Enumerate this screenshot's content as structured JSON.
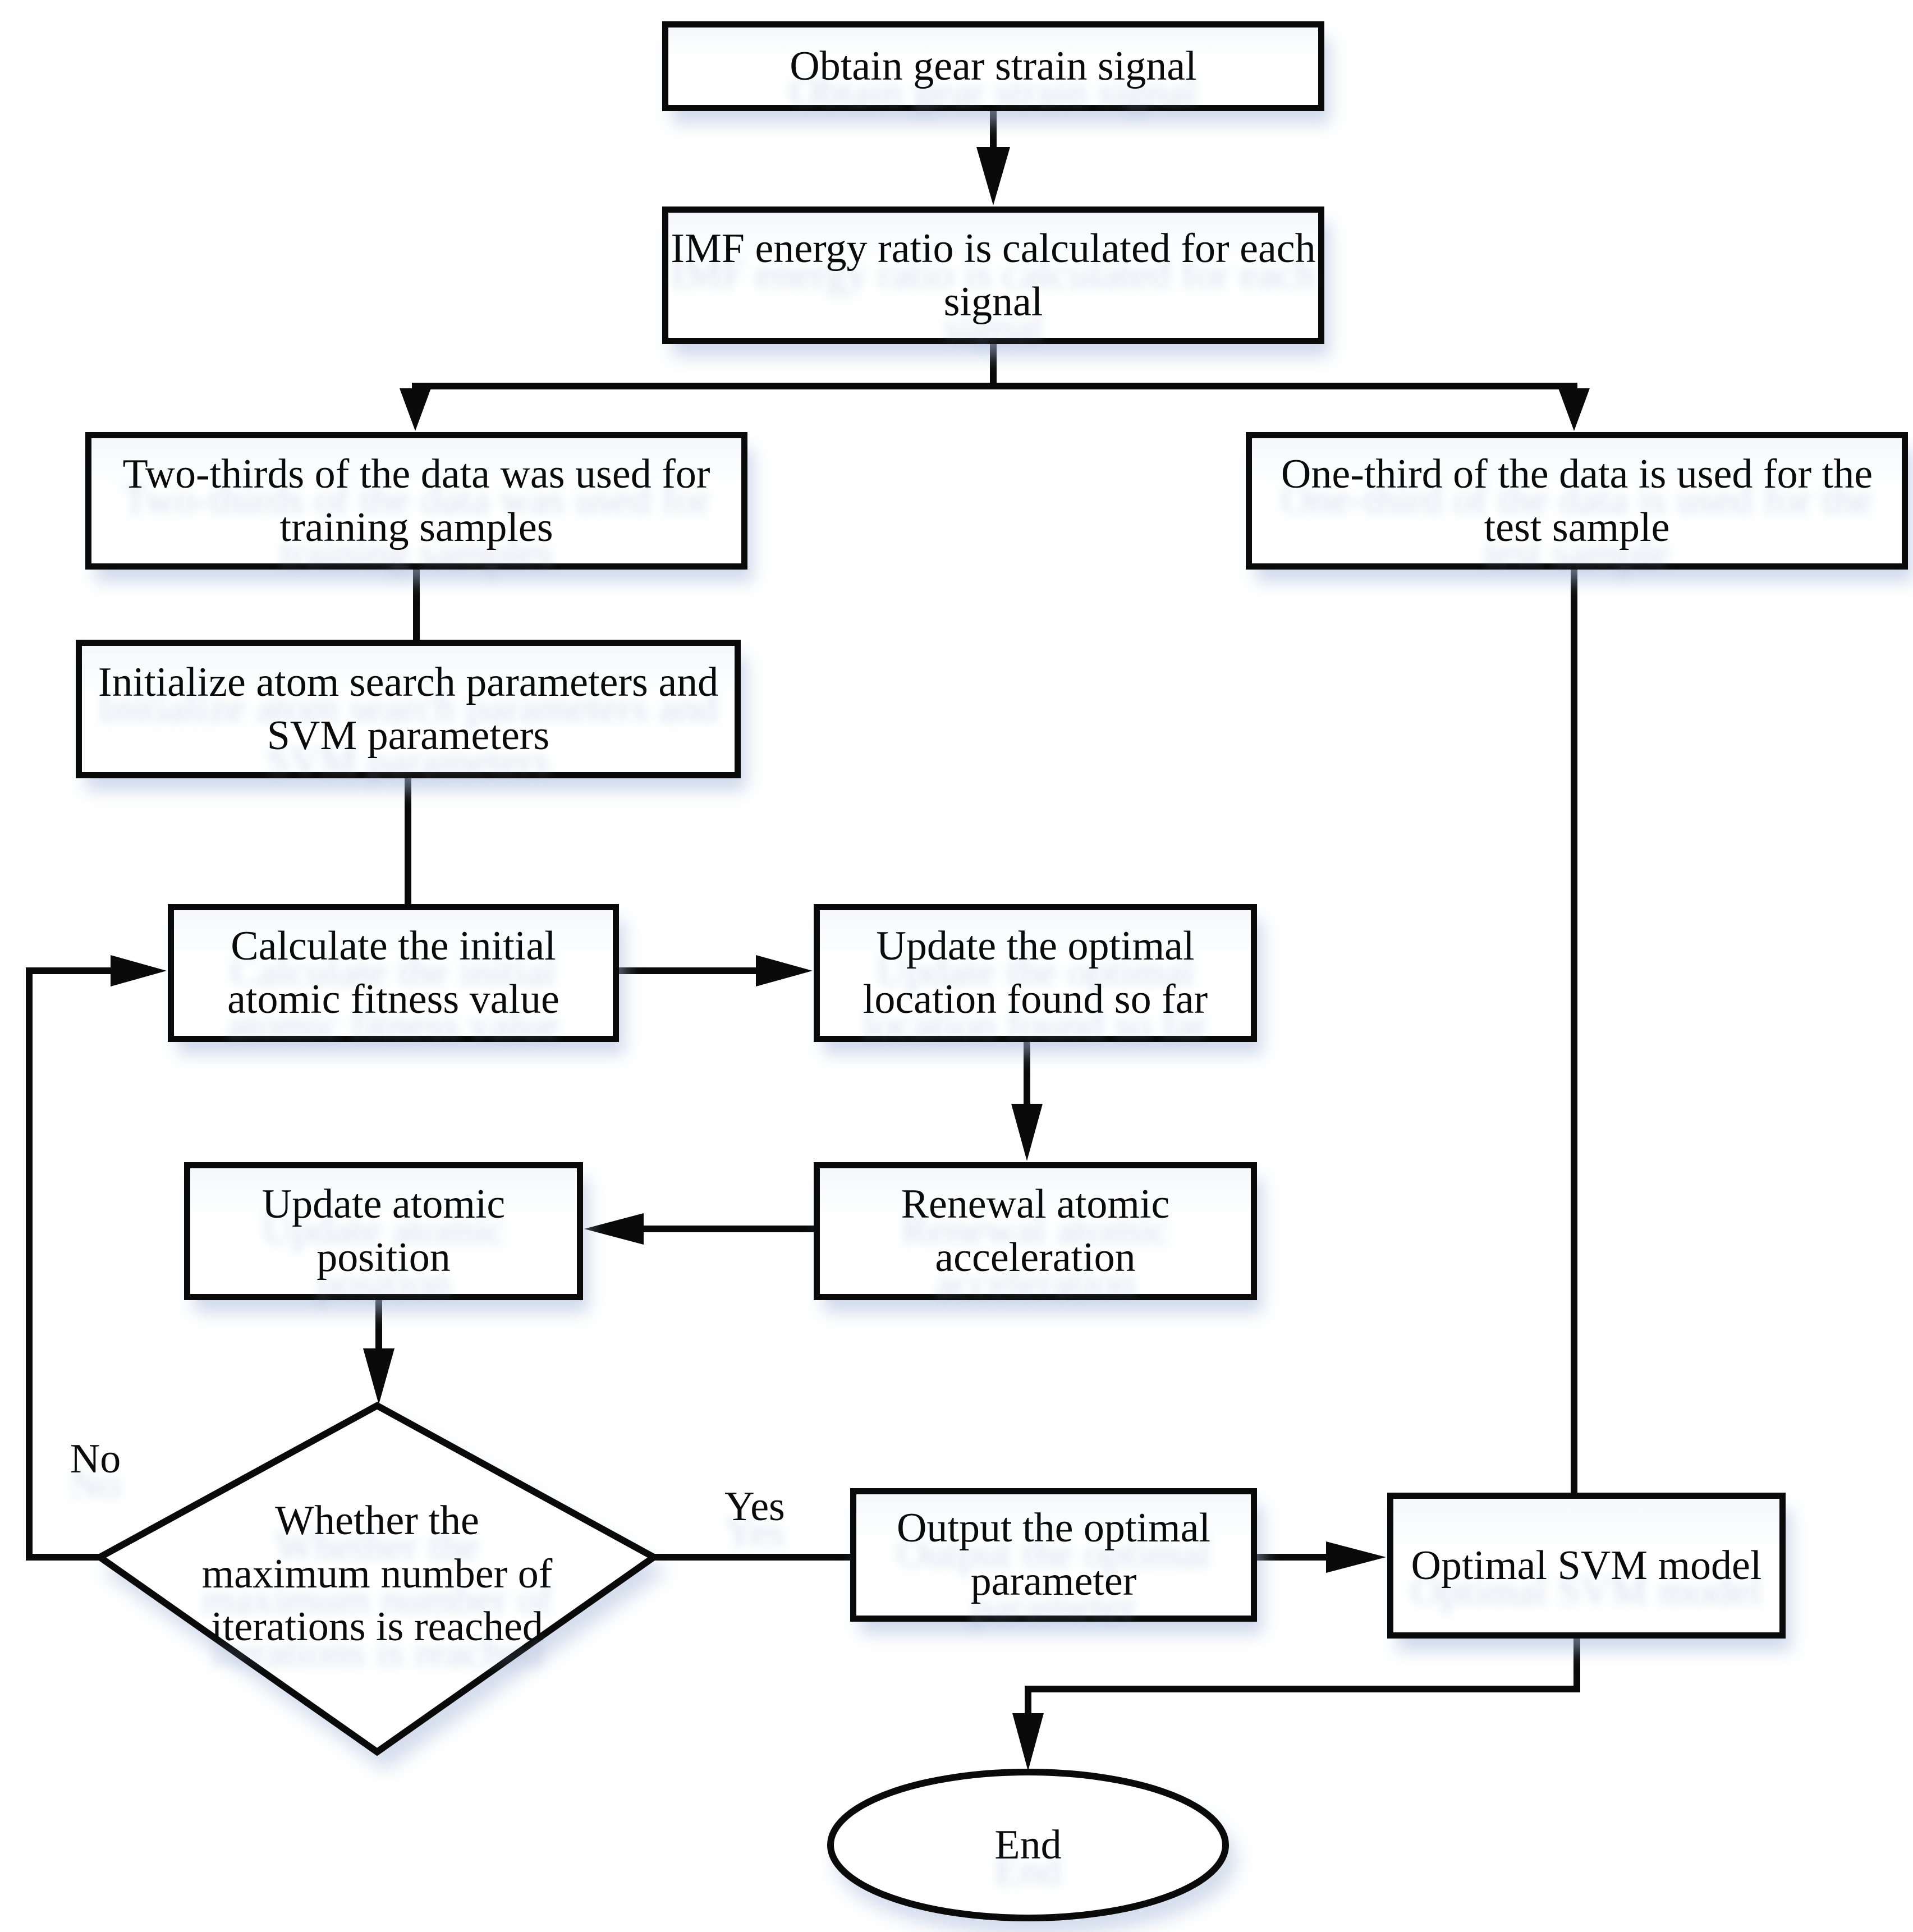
{
  "diagram": {
    "nodes": {
      "obtain": {
        "label": "Obtain gear strain signal"
      },
      "imf": {
        "label": "IMF energy ratio is calculated for each signal"
      },
      "train": {
        "label": "Two-thirds of the data was used for training samples"
      },
      "test": {
        "label": "One-third of the data is used for the test sample"
      },
      "init": {
        "label": "Initialize atom search parameters and SVM parameters"
      },
      "calc": {
        "label": "Calculate the initial atomic fitness value"
      },
      "update_optimal": {
        "label": "Update the optimal location found so far"
      },
      "renewal": {
        "label": "Renewal atomic acceleration"
      },
      "update_position": {
        "label": "Update atomic position"
      },
      "decision": {
        "label": "Whether the maximum number of iterations is reached"
      },
      "output": {
        "label": "Output the optimal parameter"
      },
      "svm": {
        "label": "Optimal SVM model"
      },
      "end": {
        "label": "End"
      }
    },
    "edge_labels": {
      "yes": "Yes",
      "no": "No"
    },
    "colors": {
      "stroke": "#0a0a0a",
      "background": "#ffffff",
      "shadow_tint": "#aabcdc"
    }
  }
}
